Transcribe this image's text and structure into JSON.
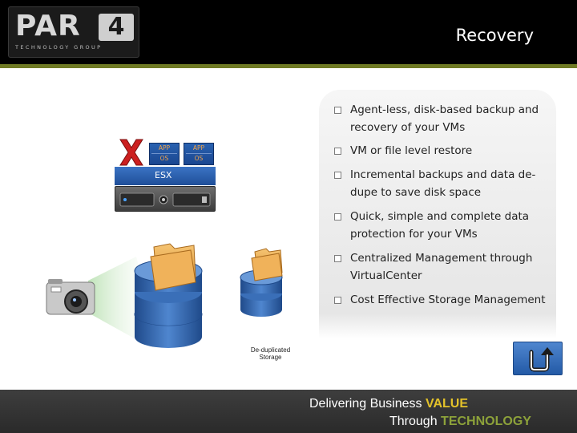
{
  "header": {
    "logo_word": "PAR",
    "logo_number": "4",
    "logo_tagline": "TECHNOLOGY GROUP",
    "title": "Recovery"
  },
  "diagram": {
    "vms": [
      {
        "app": "APP",
        "os": "OS"
      },
      {
        "app": "APP",
        "os": "OS"
      }
    ],
    "host_label": "ESX",
    "storage_caption": "De-duplicated Storage"
  },
  "bullets": [
    "Agent-less, disk-based backup and recovery of your VMs",
    "VM or file level restore",
    "Incremental backups and data de-dupe to save disk space",
    "Quick, simple and complete data protection for your VMs",
    "Centralized Management through VirtualCenter",
    "Cost Effective Storage Management"
  ],
  "nav": {
    "back_icon": "return-arrow-icon"
  },
  "footer": {
    "line1_text": "Delivering Business ",
    "line1_accent": "VALUE",
    "line2_text": "Through ",
    "line2_accent": "TECHNOLOGY"
  },
  "colors": {
    "header_bg": "#000000",
    "header_rule": "#6f7a24",
    "accent_value": "#e3c22a",
    "accent_technology": "#8da23a",
    "error_x": "#cc1f1f",
    "folder": "#e9a84a",
    "disk": "#2f5fa8"
  }
}
